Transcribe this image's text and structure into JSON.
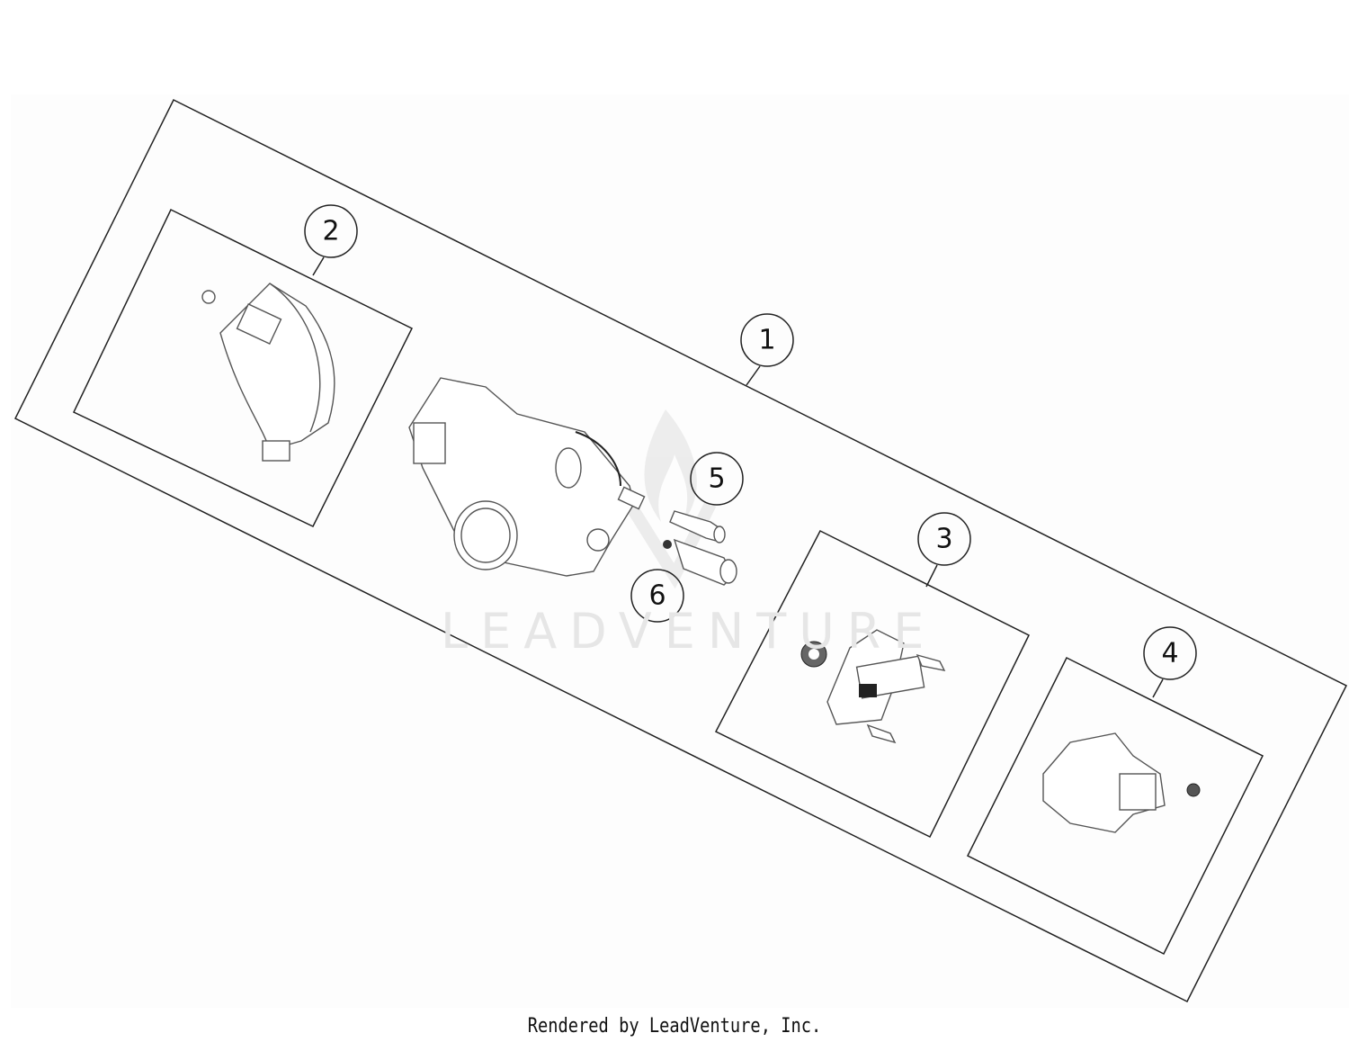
{
  "diagram": {
    "watermark": "LEADVENTURE",
    "callouts": [
      {
        "label": "1"
      },
      {
        "label": "2"
      },
      {
        "label": "3"
      },
      {
        "label": "4"
      },
      {
        "label": "5"
      },
      {
        "label": "6"
      }
    ]
  },
  "footer": {
    "text": "Rendered by LeadVenture, Inc."
  }
}
